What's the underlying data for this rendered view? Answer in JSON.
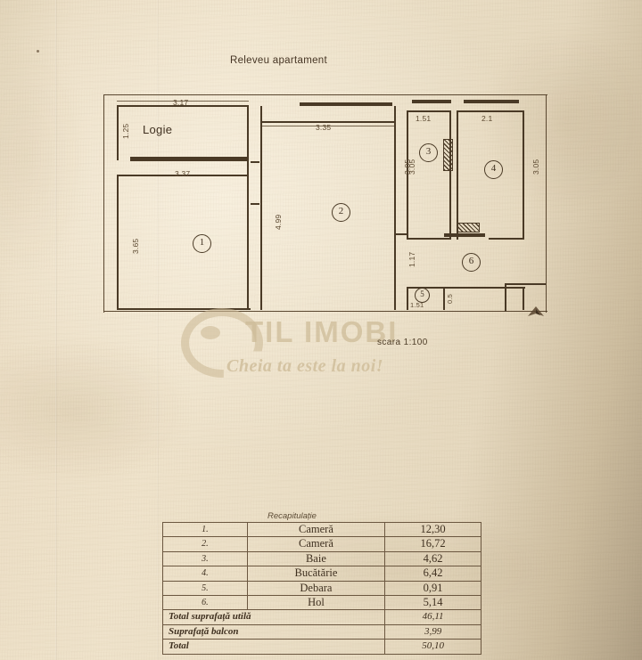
{
  "document": {
    "title": "Releveu apartament",
    "scale_label": "scara 1:100",
    "north_marker": "north-arrow"
  },
  "watermark": {
    "brand": "TIL IMOBI",
    "tagline": "Cheia ta este la noi!",
    "color": "#cdbb97"
  },
  "plan": {
    "rooms": [
      {
        "number": "1",
        "name": "Cameră"
      },
      {
        "number": "2",
        "name": "Cameră"
      },
      {
        "number": "3",
        "name": "Baie"
      },
      {
        "number": "4",
        "name": "Bucătărie"
      },
      {
        "number": "5",
        "name": "Debara"
      },
      {
        "number": "6",
        "name": "Hol"
      }
    ],
    "balcony_label": "Logie",
    "dimensions": {
      "logie_width": "3.17",
      "logie_depth": "1.25",
      "room1_width": "3.37",
      "room1_height": "3.65",
      "room2_width": "3.35",
      "room2_height_left": "4.99",
      "room2_height_right": "3.05",
      "room2_lower_right": "1.17",
      "room3_width": "1.51",
      "room3_height": "3.05",
      "room4_width": "2.1",
      "room4_height": "3.05",
      "room5_width": "1.51",
      "room5_depth": "0.5"
    }
  },
  "table": {
    "caption": "Recapitulație",
    "rows": [
      {
        "idx": "1.",
        "name": "Cameră",
        "value": "12,30"
      },
      {
        "idx": "2.",
        "name": "Cameră",
        "value": "16,72"
      },
      {
        "idx": "3.",
        "name": "Baie",
        "value": "4,62"
      },
      {
        "idx": "4.",
        "name": "Bucătărie",
        "value": "6,42"
      },
      {
        "idx": "5.",
        "name": "Debara",
        "value": "0,91"
      },
      {
        "idx": "6.",
        "name": "Hol",
        "value": "5,14"
      }
    ],
    "totals": [
      {
        "label": "Total suprafață utilă",
        "value": "46,11"
      },
      {
        "label": "Suprafață balcon",
        "value": "3,99"
      },
      {
        "label": "Total",
        "value": "50,10"
      }
    ]
  }
}
